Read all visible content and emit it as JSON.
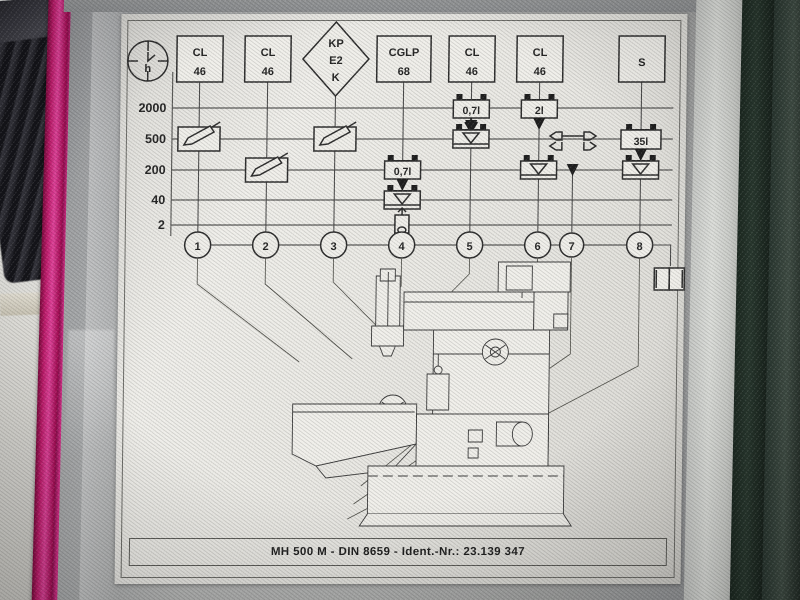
{
  "plate": {
    "caption": "MH 500 M - DIN 8659 - Ident.-Nr.: 23.139 347",
    "hour_symbol_label": "h"
  },
  "axis": {
    "unit_label": "h",
    "ticks": [
      "2000",
      "500",
      "200",
      "40",
      "2"
    ]
  },
  "columns": [
    {
      "id": 1,
      "shape": "square",
      "line1": "CL",
      "line2": "46",
      "point": "1"
    },
    {
      "id": 2,
      "shape": "square",
      "line1": "CL",
      "line2": "46",
      "point": "2"
    },
    {
      "id": 3,
      "shape": "diamond",
      "line1": "KP",
      "line2": "E2",
      "line3": "K",
      "point": "3"
    },
    {
      "id": 4,
      "shape": "square",
      "line1": "CGLP",
      "line2": "68",
      "point": "4"
    },
    {
      "id": 5,
      "shape": "square",
      "line1": "CL",
      "line2": "46",
      "point": "5"
    },
    {
      "id": 6,
      "shape": "square",
      "line1": "CL",
      "line2": "46",
      "point": "6"
    },
    {
      "id": 7,
      "shape": "none",
      "line1": "",
      "line2": "",
      "point": "7"
    },
    {
      "id": 8,
      "shape": "square",
      "line1": "S",
      "line2": "",
      "point": "8"
    }
  ],
  "symbols": {
    "oiler_500_col1": "oil-can",
    "oiler_200_col2": "oil-can",
    "oiler_500_col3": "oil-can",
    "volume_col4_200": "0,7l",
    "volume_col5_2000": "0,7l",
    "volume_col6_2000": "2l",
    "volume_col8_500": "35l"
  },
  "volumes": {
    "v_col5_top": "0,7l",
    "v_col6_top": "2l",
    "v_col4_mid": "0,7l",
    "v_col8_mid": "35l"
  },
  "points": [
    "1",
    "2",
    "3",
    "4",
    "5",
    "6",
    "7",
    "8"
  ],
  "book_icon": "open-book-icon",
  "colors": {
    "plate": "#f0efea",
    "ink": "#262626",
    "machine_magenta": "#c01d6d",
    "machine_grey": "#a9abac"
  }
}
